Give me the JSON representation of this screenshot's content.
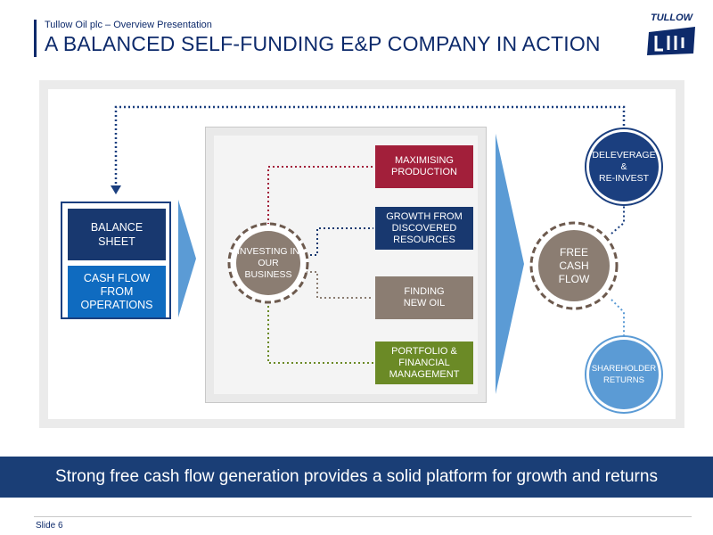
{
  "header": {
    "subtitle": "Tullow Oil plc – Overview Presentation",
    "title": "A BALANCED SELF-FUNDING E&P COMPANY IN ACTION",
    "logo_text": "TULLOW",
    "accent_color": "#0d2a6b"
  },
  "diagram": {
    "left_boxes": {
      "balance_sheet": "BALANCE\nSHEET",
      "cash_flow": "CASH FLOW\nFROM\nOPERATIONS"
    },
    "center_circle": "INVESTING IN\nOUR BUSINESS",
    "activities": [
      {
        "label": "MAXIMISING\nPRODUCTION",
        "color": "#a21f3a"
      },
      {
        "label": "GROWTH FROM\nDISCOVERED\nRESOURCES",
        "color": "#18386f"
      },
      {
        "label": "FINDING\nNEW OIL",
        "color": "#8b7d72"
      },
      {
        "label": "PORTFOLIO &\nFINANCIAL\nMANAGEMENT",
        "color": "#6b8a26"
      }
    ],
    "free_cash_flow": "FREE\nCASH\nFLOW",
    "deleverage": "DELEVERAGE\n&\nRE-INVEST",
    "shareholder_returns": "SHAREHOLDER\nRETURNS"
  },
  "banner": {
    "text": "Strong free cash flow generation provides a solid platform for growth and returns"
  },
  "footer": {
    "slide_label": "Slide 6"
  }
}
